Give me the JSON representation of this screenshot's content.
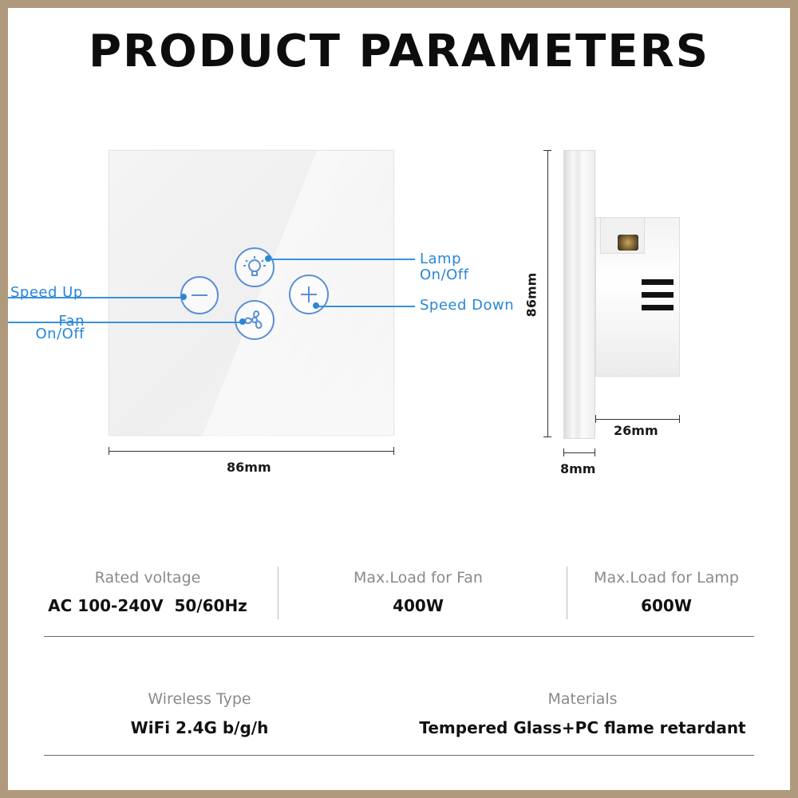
{
  "title": "PRODUCT PARAMETERS",
  "diagram": {
    "labels": {
      "speed_up": "Speed Up",
      "fan_line1": "Fan",
      "fan_line2": "On/Off",
      "lamp_line1": "Lamp",
      "lamp_line2": "On/Off",
      "speed_down": "Speed Down"
    },
    "dimensions": {
      "front_width": "86mm",
      "side_height": "86mm",
      "depth": "26mm",
      "plate_thickness": "8mm"
    },
    "icons": [
      "minus-icon",
      "lamp-icon",
      "plus-icon",
      "fan-icon"
    ],
    "accent_color": "#2a86d6"
  },
  "specs": {
    "row1": [
      {
        "label": "Rated voltage",
        "value": "AC 100-240V  50/60Hz"
      },
      {
        "label": "Max.Load for Fan",
        "value": "400W"
      },
      {
        "label": "Max.Load for Lamp",
        "value": "600W"
      }
    ],
    "row2": [
      {
        "label": "Wireless Type",
        "value": "WiFi 2.4G b/g/h"
      },
      {
        "label": "Materials",
        "value": "Tempered Glass+PC flame retardant"
      }
    ]
  }
}
